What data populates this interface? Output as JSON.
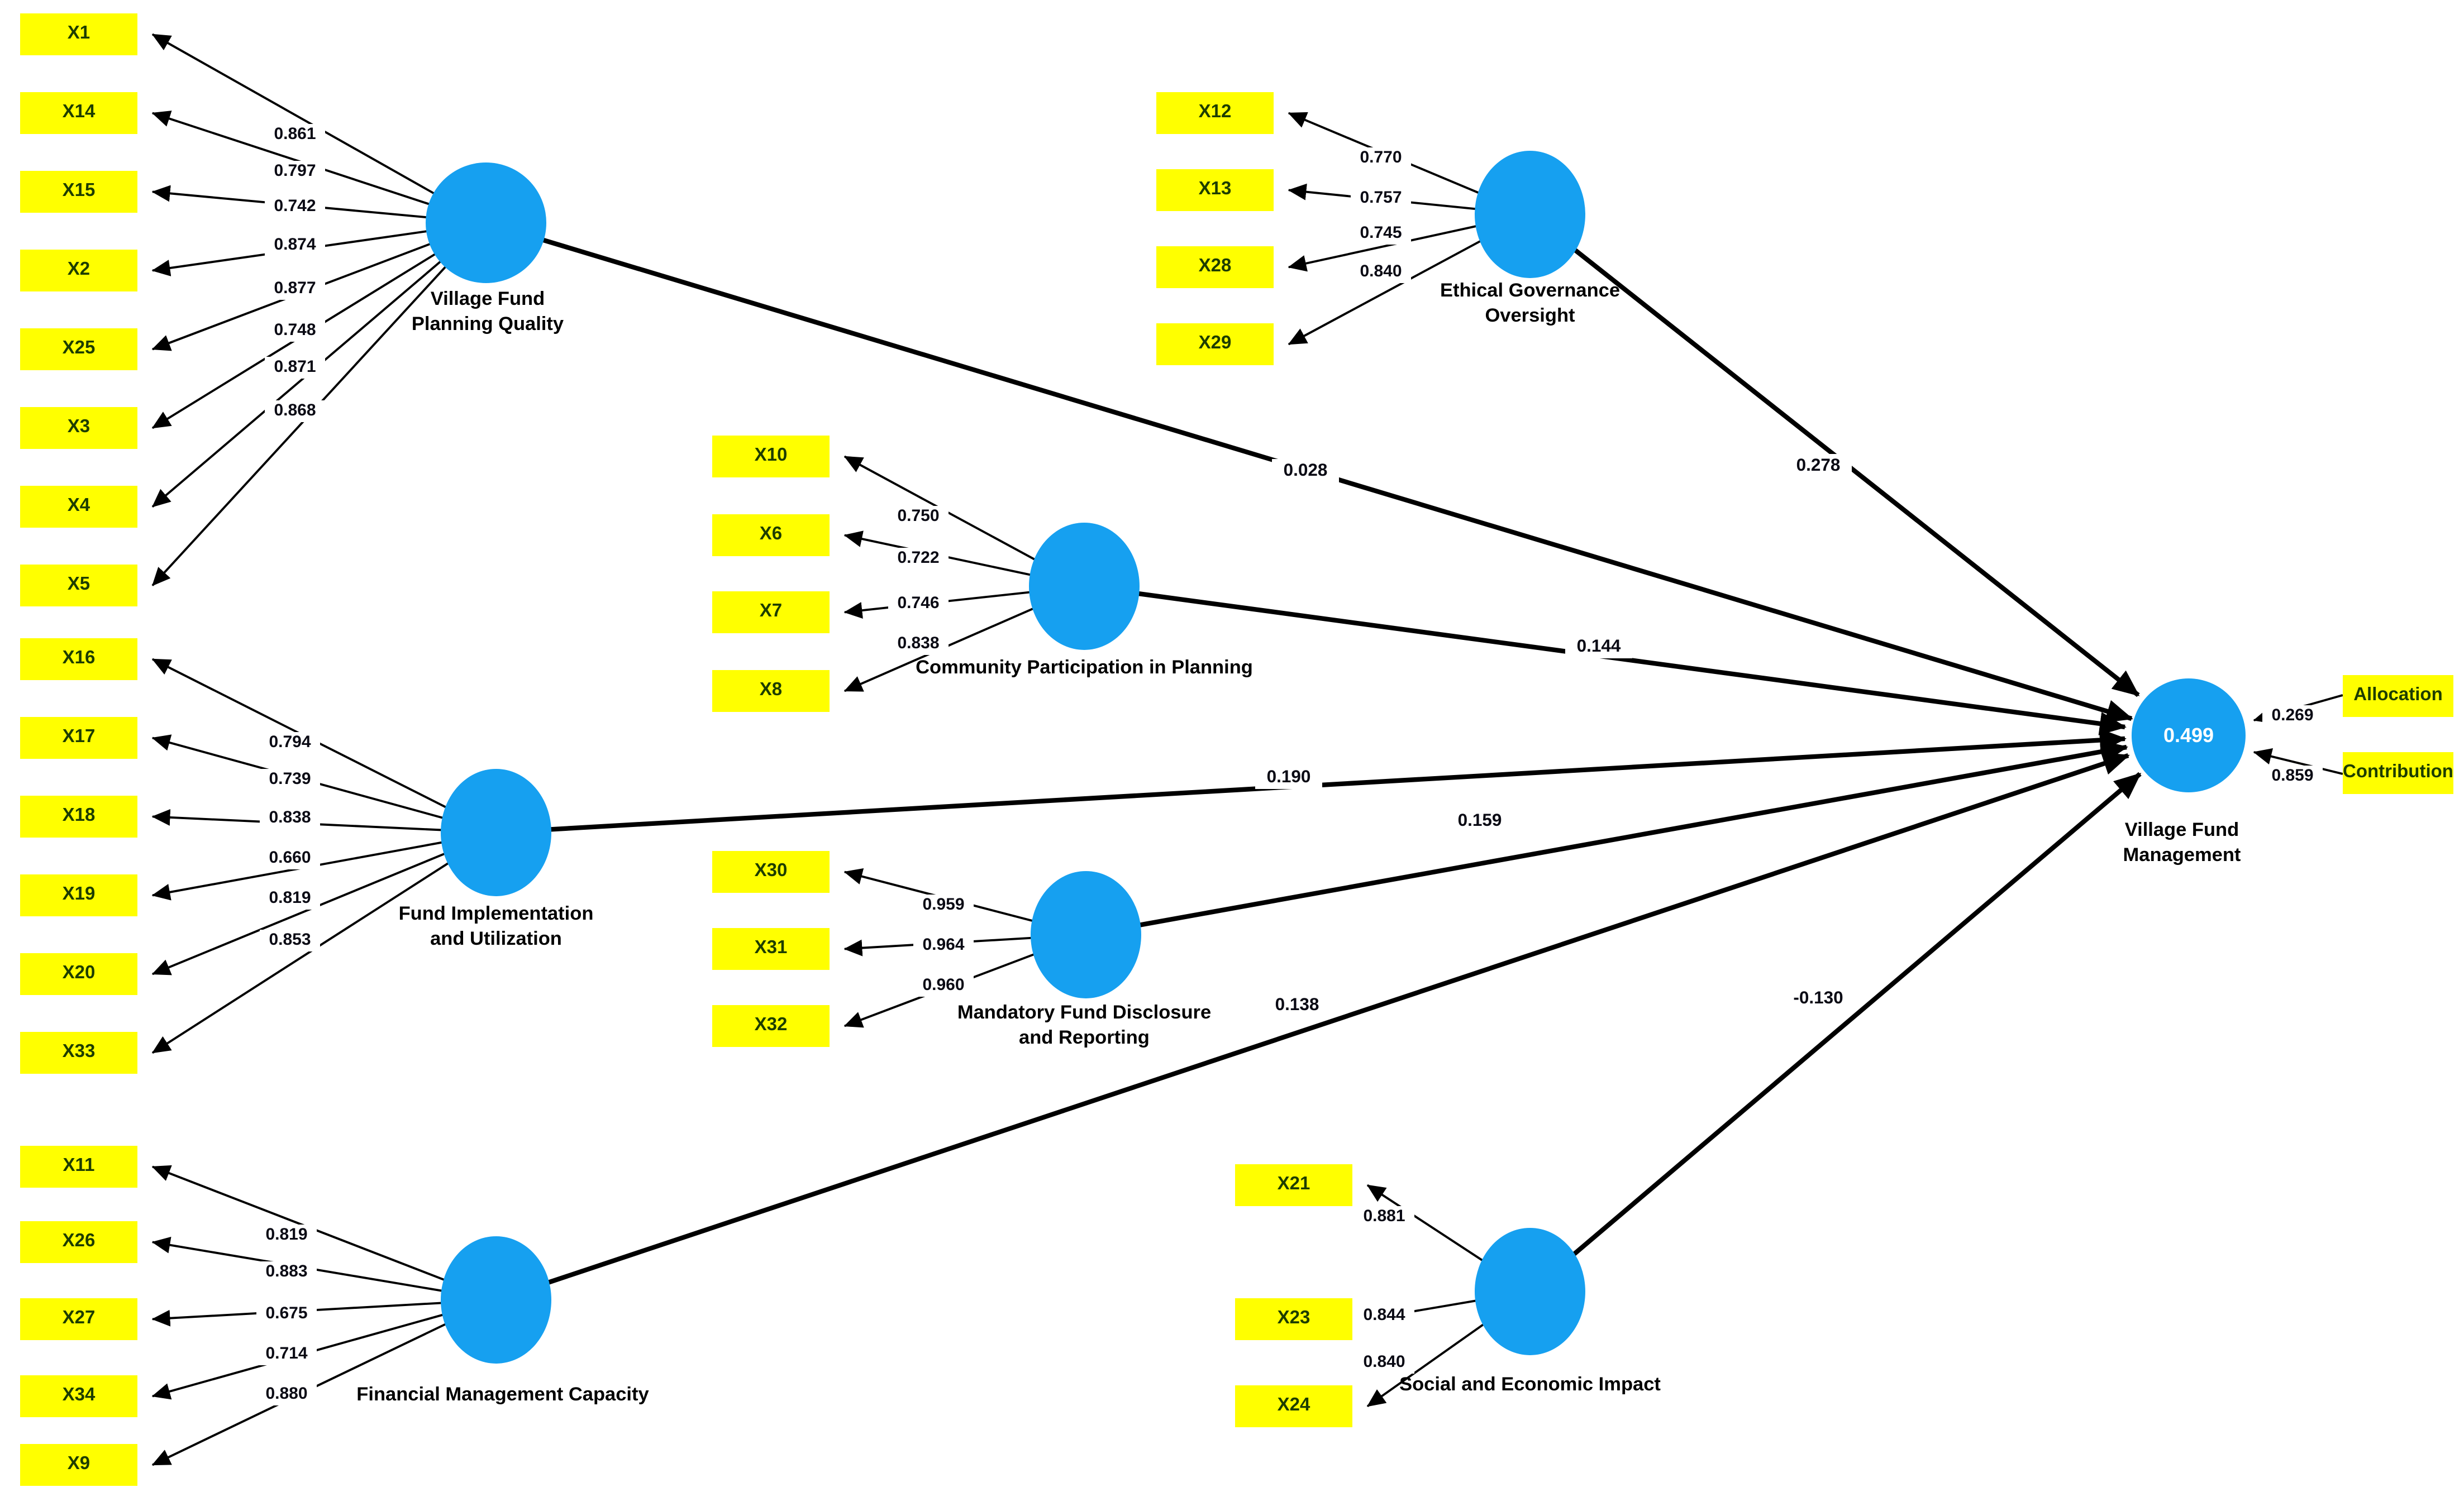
{
  "diagram": {
    "title": "PLS-SEM path model — Village Fund Management",
    "colors": {
      "background": "#FFFFFF",
      "indicator_fill": "#FFFF00",
      "indicator_text": "#1D3D00",
      "construct_fill": "#16A0F0",
      "arrow": "#000000",
      "r_squared_text": "#FFFFFF",
      "label_text": "#000000"
    },
    "constructs": [
      {
        "key": "vfpq",
        "label_line1": "Village Fund",
        "label_line2": "Planning Quality",
        "path_coefficient": "0.028",
        "indicators": [
          {
            "name": "X1",
            "loading": "0.861"
          },
          {
            "name": "X14",
            "loading": "0.797"
          },
          {
            "name": "X15",
            "loading": "0.742"
          },
          {
            "name": "X2",
            "loading": "0.874"
          },
          {
            "name": "X25",
            "loading": "0.877"
          },
          {
            "name": "X3",
            "loading": "0.748"
          },
          {
            "name": "X4",
            "loading": "0.871"
          },
          {
            "name": "X5",
            "loading": "0.868"
          }
        ]
      },
      {
        "key": "ego",
        "label_line1": "Ethical Governance",
        "label_line2": "Oversight",
        "path_coefficient": "0.278",
        "indicators": [
          {
            "name": "X12",
            "loading": "0.770"
          },
          {
            "name": "X13",
            "loading": "0.757"
          },
          {
            "name": "X28",
            "loading": "0.745"
          },
          {
            "name": "X29",
            "loading": "0.840"
          }
        ]
      },
      {
        "key": "cpp",
        "label_line1": "Community Participation in Planning",
        "path_coefficient": "0.144",
        "indicators": [
          {
            "name": "X10",
            "loading": "0.750"
          },
          {
            "name": "X6",
            "loading": "0.722"
          },
          {
            "name": "X7",
            "loading": "0.746"
          },
          {
            "name": "X8",
            "loading": "0.838"
          }
        ]
      },
      {
        "key": "fiu",
        "label_line1": "Fund Implementation",
        "label_line2": "and Utilization",
        "path_coefficient": "0.190",
        "indicators": [
          {
            "name": "X16",
            "loading": "0.794"
          },
          {
            "name": "X17",
            "loading": "0.739"
          },
          {
            "name": "X18",
            "loading": "0.838"
          },
          {
            "name": "X19",
            "loading": "0.660"
          },
          {
            "name": "X20",
            "loading": "0.819"
          },
          {
            "name": "X33",
            "loading": "0.853"
          }
        ]
      },
      {
        "key": "mfd",
        "label_line1": "Mandatory Fund Disclosure",
        "label_line2": "and Reporting",
        "path_coefficient": "0.159",
        "indicators": [
          {
            "name": "X30",
            "loading": "0.959"
          },
          {
            "name": "X31",
            "loading": "0.964"
          },
          {
            "name": "X32",
            "loading": "0.960"
          }
        ]
      },
      {
        "key": "fmc",
        "label_line1": "Financial Management Capacity",
        "path_coefficient": "0.138",
        "indicators": [
          {
            "name": "X11",
            "loading": "0.819"
          },
          {
            "name": "X26",
            "loading": "0.883"
          },
          {
            "name": "X27",
            "loading": "0.675"
          },
          {
            "name": "X34",
            "loading": "0.714"
          },
          {
            "name": "X9",
            "loading": "0.880"
          }
        ]
      },
      {
        "key": "sei",
        "label_line1": "Social and Economic Impact",
        "path_coefficient": "-0.130",
        "indicators": [
          {
            "name": "X21",
            "loading": "0.881"
          },
          {
            "name": "X23",
            "loading": "0.844"
          },
          {
            "name": "X24",
            "loading": "0.840"
          }
        ]
      }
    ],
    "outcome": {
      "key": "vfm",
      "label_line1": "Village Fund",
      "label_line2": "Management",
      "r_squared": "0.499",
      "indicators": [
        {
          "name": "Allocation",
          "weight": "0.269"
        },
        {
          "name": "Contribution",
          "weight": "0.859"
        }
      ]
    }
  }
}
